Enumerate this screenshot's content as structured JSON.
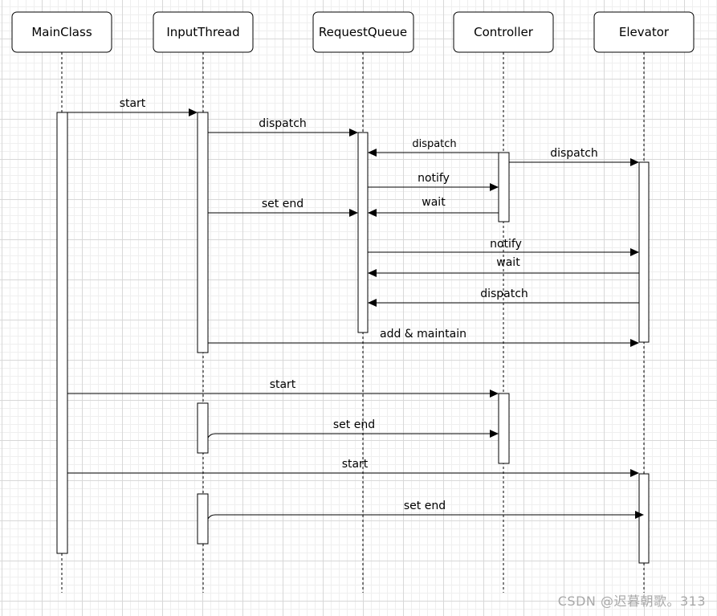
{
  "diagram": {
    "participants": [
      "MainClass",
      "InputThread",
      "RequestQueue",
      "Controller",
      "Elevator"
    ],
    "messages": [
      {
        "from": "MainClass",
        "to": "InputThread",
        "label": "start"
      },
      {
        "from": "InputThread",
        "to": "RequestQueue",
        "label": "dispatch"
      },
      {
        "from": "Controller",
        "to": "RequestQueue",
        "label": "dispatch"
      },
      {
        "from": "Controller",
        "to": "Elevator",
        "label": "dispatch"
      },
      {
        "from": "RequestQueue",
        "to": "Controller",
        "label": "notify"
      },
      {
        "from": "Controller",
        "to": "RequestQueue",
        "label": "wait"
      },
      {
        "from": "InputThread",
        "to": "RequestQueue",
        "label": "set end"
      },
      {
        "from": "RequestQueue",
        "to": "Elevator",
        "label": "notify"
      },
      {
        "from": "Elevator",
        "to": "RequestQueue",
        "label": "wait"
      },
      {
        "from": "Elevator",
        "to": "RequestQueue",
        "label": "dispatch"
      },
      {
        "from": "InputThread",
        "to": "Elevator",
        "label": "add & maintain"
      },
      {
        "from": "MainClass",
        "to": "Controller",
        "label": "start"
      },
      {
        "from": "InputThread",
        "to": "Controller",
        "label": "set end"
      },
      {
        "from": "MainClass",
        "to": "Elevator",
        "label": "start"
      },
      {
        "from": "InputThread",
        "to": "Elevator",
        "label": "set end"
      }
    ]
  },
  "watermark": "CSDN @迟暮朝歌。313"
}
